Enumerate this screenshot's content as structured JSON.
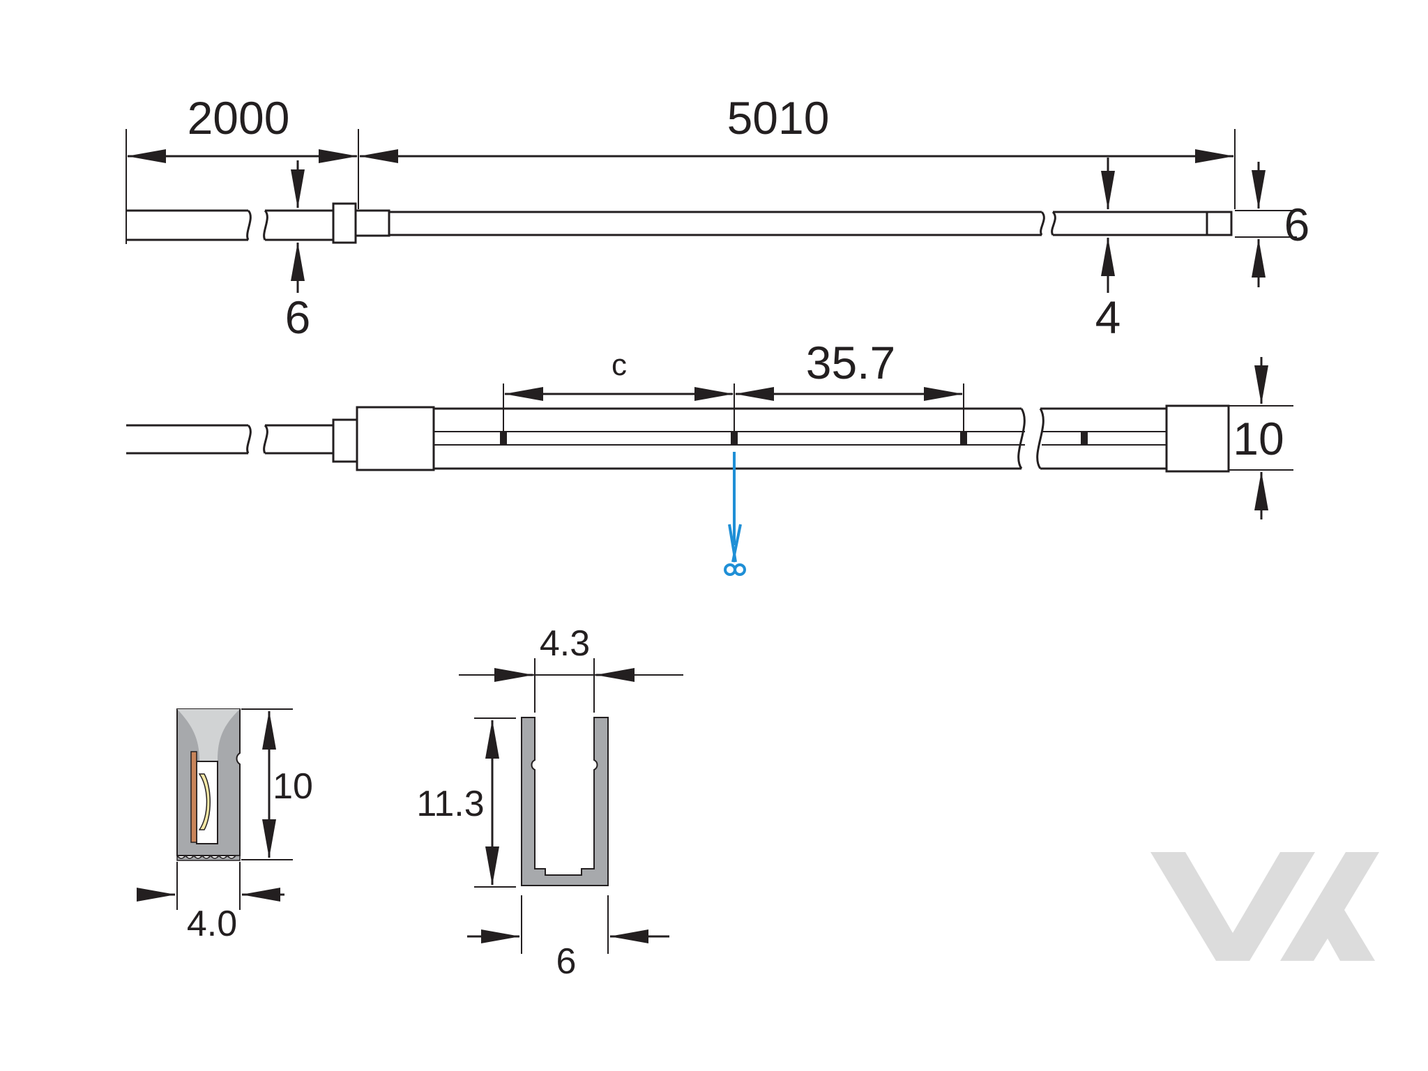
{
  "colors": {
    "line": "#231f20",
    "cut_mark": "#1f8fd6",
    "profile_fill": "#a7a9ac",
    "watermark": "#dcdcdc",
    "led_copper": "#c8845a"
  },
  "top_view": {
    "lead_length": "2000",
    "strip_length": "5010",
    "lead_diameter": "6",
    "strip_width": "4",
    "end_cap_height": "6"
  },
  "side_view": {
    "cut_interval_label": "c",
    "segment_length": "35.7",
    "height": "10"
  },
  "cross_section": {
    "height": "10",
    "width": "4.0"
  },
  "mounting_channel": {
    "inner_width": "4.3",
    "height": "11.3",
    "outer_width": "6"
  },
  "icons": {
    "cut_mark": "scissors-icon",
    "logo": "va-logo"
  },
  "logo_text": "VA"
}
